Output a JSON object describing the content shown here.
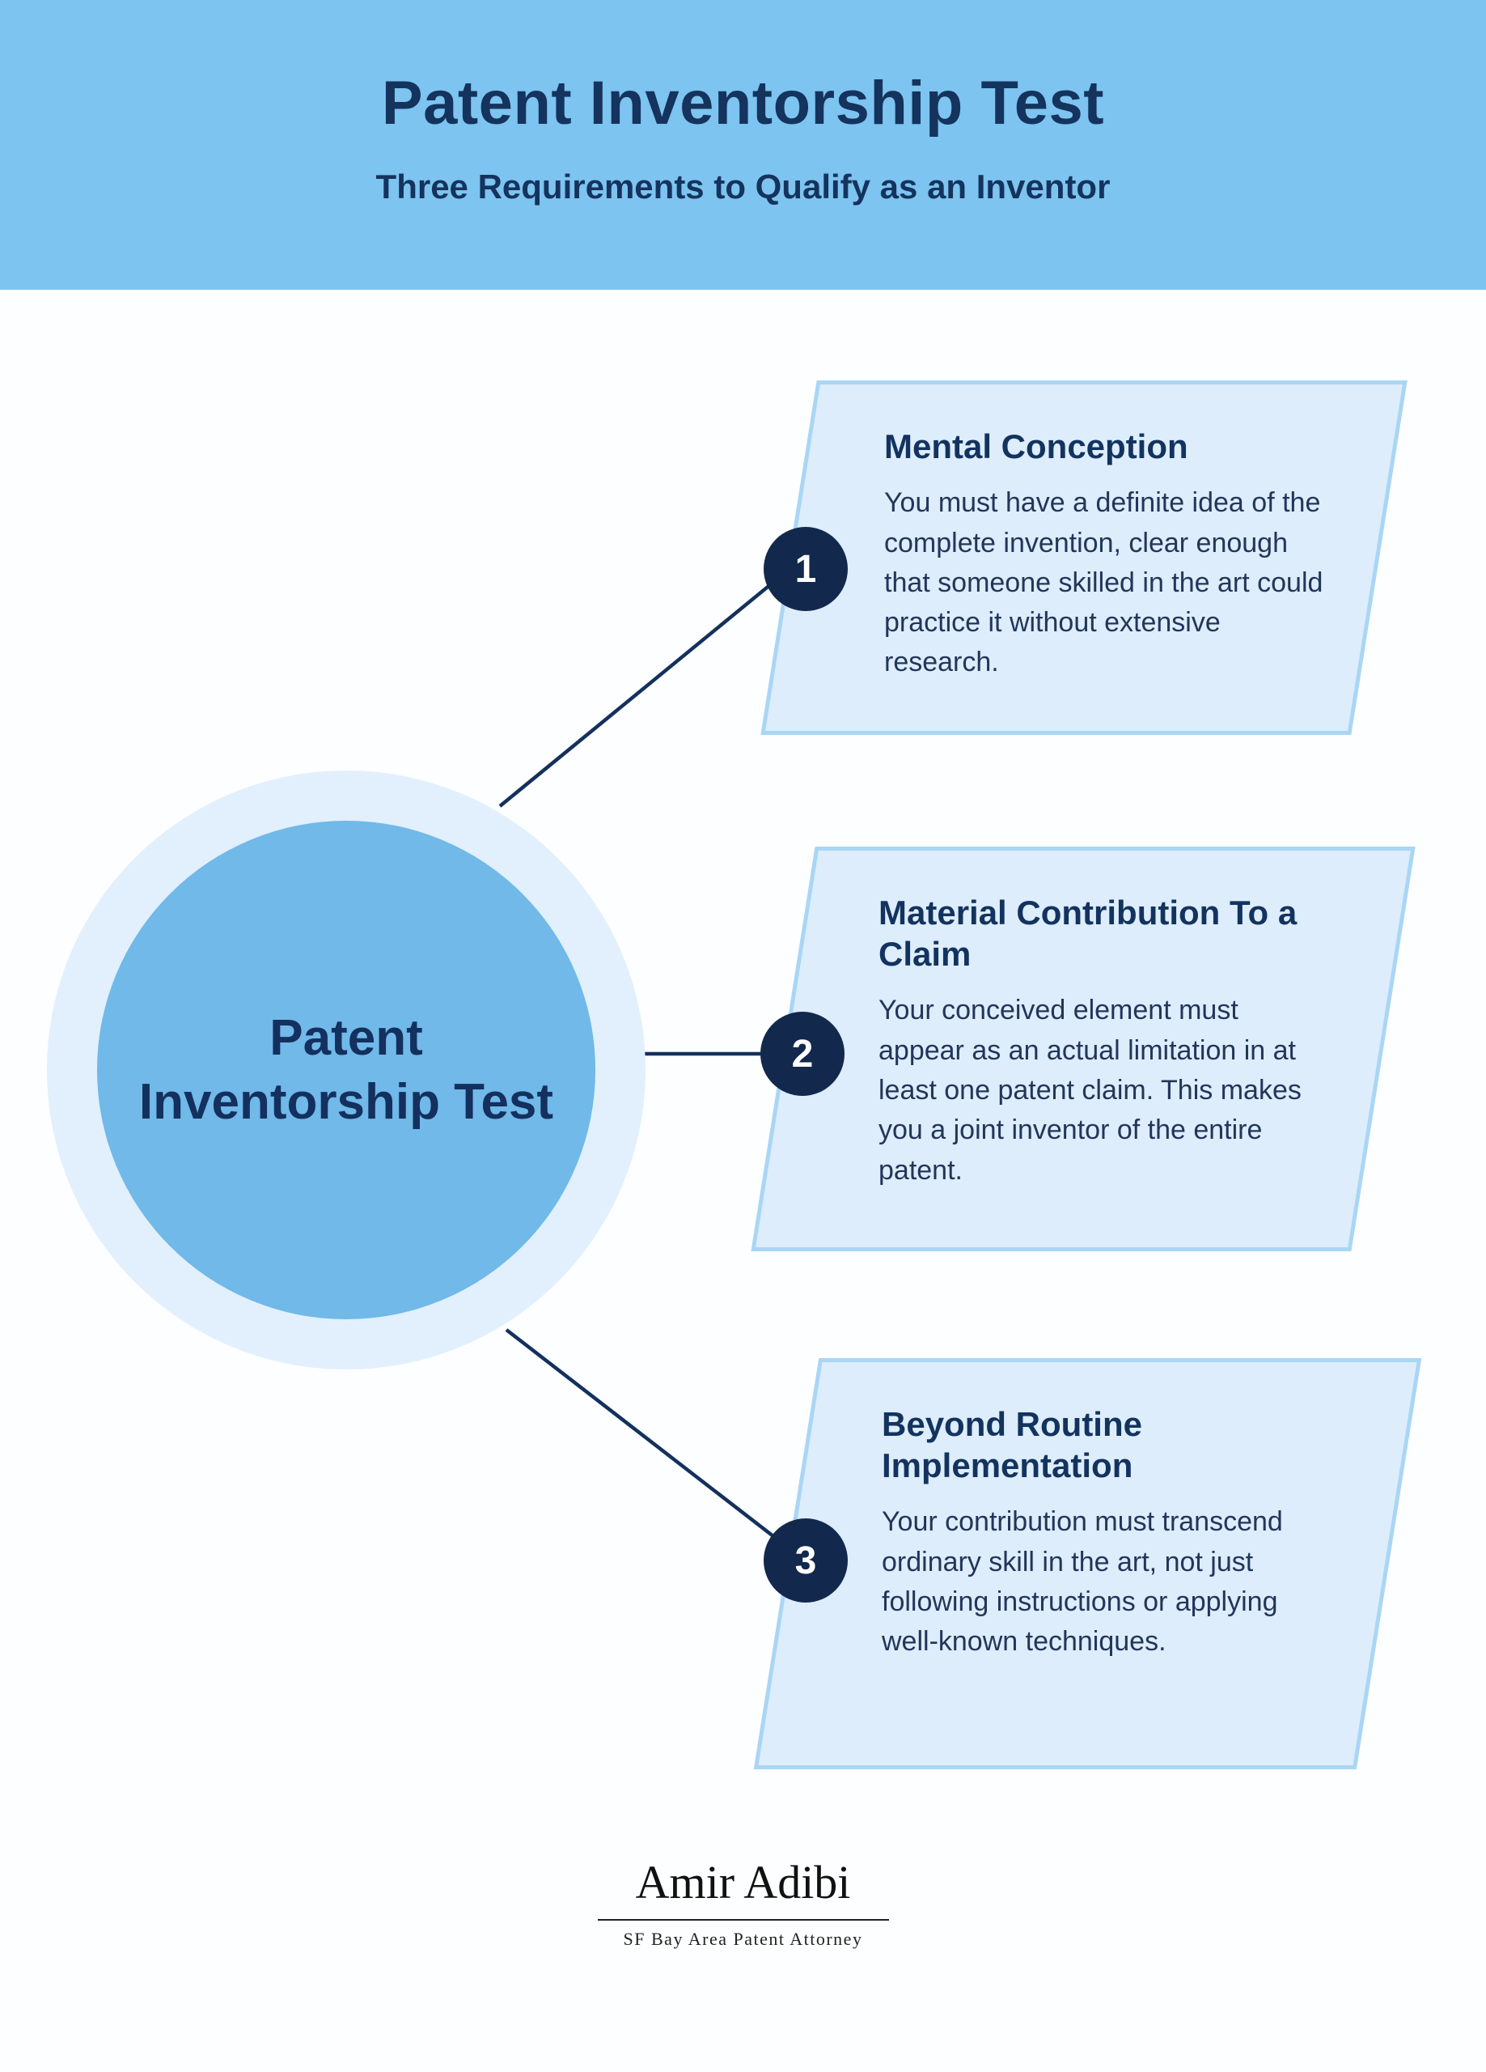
{
  "header": {
    "title": "Patent Inventorship Test",
    "subtitle": "Three Requirements to Qualify as an Inventor"
  },
  "center": {
    "label": "Patent Inventorship Test"
  },
  "items": [
    {
      "number": "1",
      "title": "Mental Conception",
      "body": "You must have a definite idea of the complete invention, clear enough that someone skilled in the art could practice it without extensive research."
    },
    {
      "number": "2",
      "title": "Material Contribution To a Claim",
      "body": "Your conceived element must appear as an actual limitation in at least one patent claim. This makes you a joint inventor of the entire patent."
    },
    {
      "number": "3",
      "title": "Beyond Routine Implementation",
      "body": "Your contribution must transcend ordinary skill in the art, not just following instructions or applying well-known techniques."
    }
  ],
  "footer": {
    "name": "Amir Adibi",
    "tagline": "SF Bay Area Patent Attorney"
  },
  "colors": {
    "header_band": "#7dc4f0",
    "navy_text": "#14335d",
    "card_fill": "#ddedfb",
    "card_border": "#a9d6f5",
    "circle_ring": "#e1f0fc",
    "circle_fill": "#70b9e9",
    "badge_fill": "#12284d",
    "connector": "#14305e"
  }
}
